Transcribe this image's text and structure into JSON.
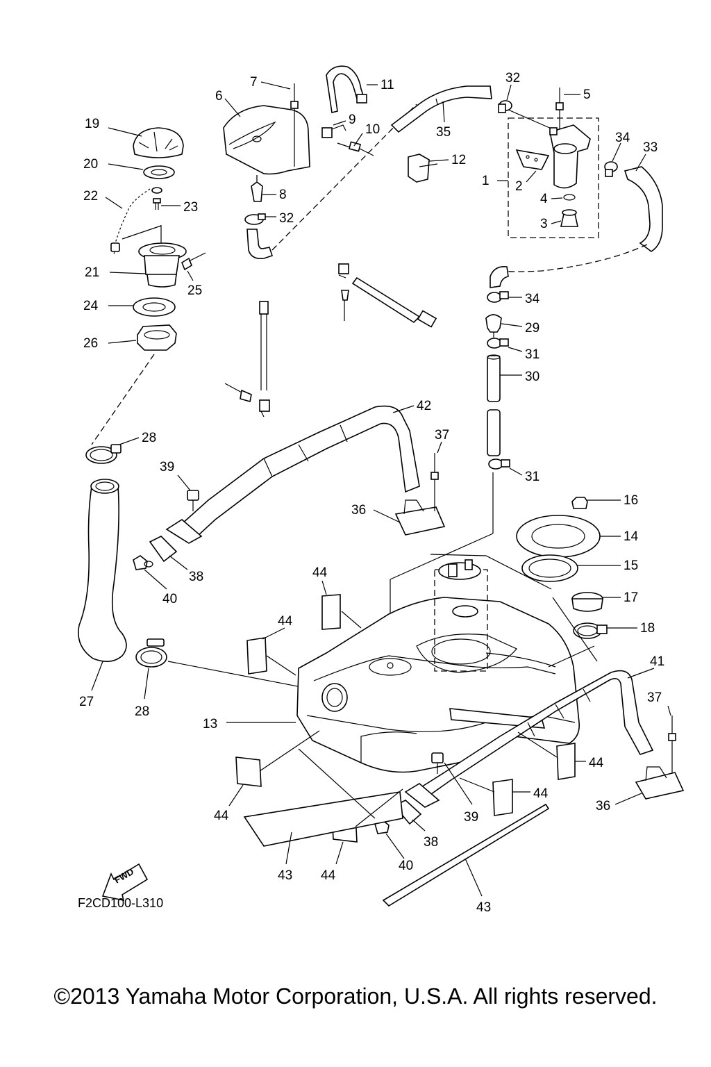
{
  "diagram_code": "F2CD100-L310",
  "fwd_label": "FWD",
  "copyright": "©2013 Yamaha Motor Corporation, U.S.A. All rights reserved.",
  "callouts": [
    "1",
    "2",
    "3",
    "4",
    "5",
    "6",
    "7",
    "8",
    "9",
    "10",
    "11",
    "12",
    "13",
    "14",
    "15",
    "16",
    "17",
    "18",
    "19",
    "20",
    "21",
    "22",
    "23",
    "24",
    "25",
    "26",
    "27",
    "28",
    "29",
    "30",
    "31",
    "32",
    "33",
    "34",
    "35",
    "36",
    "37",
    "38",
    "39",
    "40",
    "41",
    "42",
    "43",
    "44"
  ],
  "parts": [
    {
      "ref": "fuel-filter-assembly"
    },
    {
      "ref": "fuel-tank"
    },
    {
      "ref": "filler-cap"
    },
    {
      "ref": "filler-neck"
    },
    {
      "ref": "filler-hose"
    },
    {
      "ref": "fuel-pump-plate"
    },
    {
      "ref": "tank-band"
    },
    {
      "ref": "damper-pad"
    }
  ]
}
